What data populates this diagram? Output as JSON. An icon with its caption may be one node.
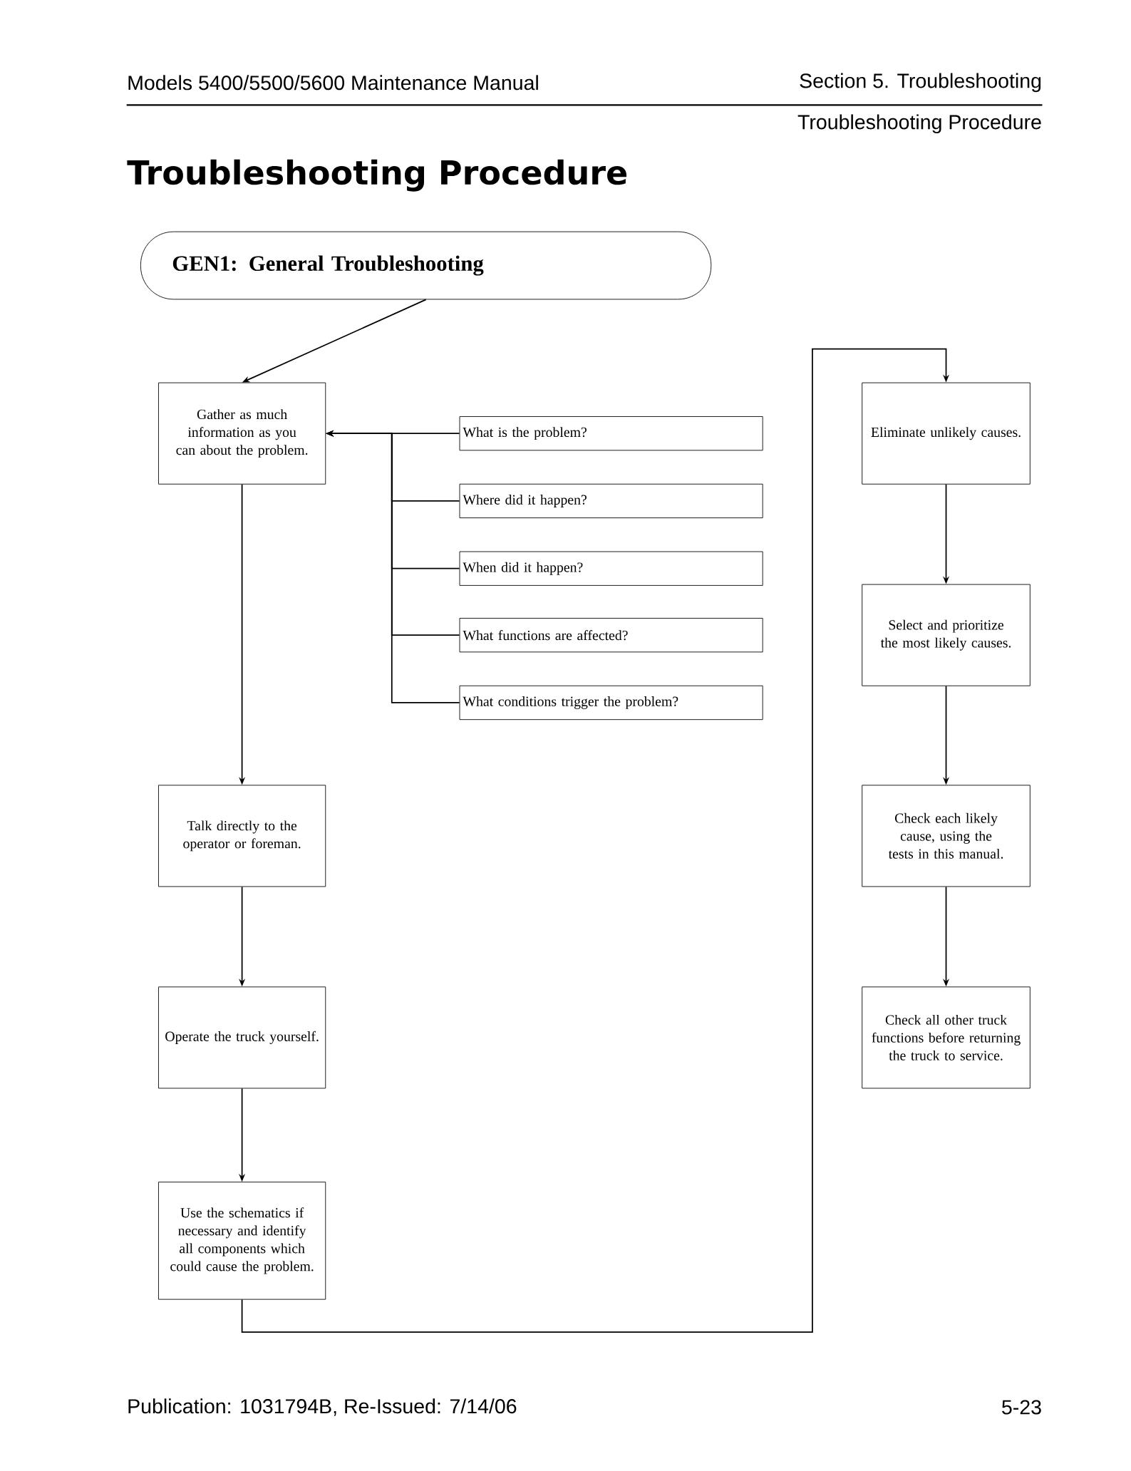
{
  "diagram": {
    "title": "Troubleshooting Procedure",
    "nodes": [
      {
        "text": [
          "GEN1: General Troubleshooting"
        ]
      },
      {
        "text": [
          "Gather as much information as you can about the problem."
        ]
      },
      {
        "text": [
          "What is the problem?"
        ]
      },
      {
        "text": [
          "Where did it happen?"
        ]
      },
      {
        "text": [
          "When did it happen?"
        ]
      },
      {
        "text": [
          "What functions are affected?"
        ]
      },
      {
        "text": [
          "What conditions trigger the problem?"
        ]
      },
      {
        "text": [
          "Talk directly to the operator or foreman."
        ]
      },
      {
        "text": [
          "Operate the truck yourself."
        ]
      },
      {
        "text": [
          "Use the schematics if necessary and identify all components which could cause the problem."
        ]
      },
      {
        "text": [
          "Eliminate unlikely causes."
        ]
      },
      {
        "text": [
          "Select and prioritize the most likely causes."
        ]
      },
      {
        "text": [
          "Check each likely cause, using the tests in this manual."
        ]
      },
      {
        "text": [
          "Check all other truck functions before returning the truck to service."
        ]
      }
    ],
    "edges": [
      {
        "from": 0,
        "to": 1,
        "arrow": "to"
      },
      {
        "from": 2,
        "to": 1,
        "arrow": "to"
      },
      {
        "from": 3,
        "to": 1,
        "arrow": "to"
      },
      {
        "from": 4,
        "to": 1,
        "arrow": "to"
      },
      {
        "from": 5,
        "to": 1,
        "arrow": "to"
      },
      {
        "from": 6,
        "to": 1,
        "arrow": "to"
      },
      {
        "from": 1,
        "to": 7,
        "arrow": "to"
      },
      {
        "from": 7,
        "to": 8,
        "arrow": "to"
      },
      {
        "from": 8,
        "to": 9,
        "arrow": "to"
      },
      {
        "from": 9,
        "to": 10,
        "arrow": "to"
      },
      {
        "from": 10,
        "to": 11,
        "arrow": "to"
      },
      {
        "from": 11,
        "to": 12,
        "arrow": "to"
      },
      {
        "from": 12,
        "to": 13,
        "arrow": "to"
      }
    ],
    "labels": [
      "Models 5400/5500/5600 Maintenance Manual",
      "Section 5. Troubleshooting",
      "Troubleshooting Procedure",
      "Publication: 1031794B, Re-Issued: 7/14/06",
      "5-23"
    ]
  }
}
